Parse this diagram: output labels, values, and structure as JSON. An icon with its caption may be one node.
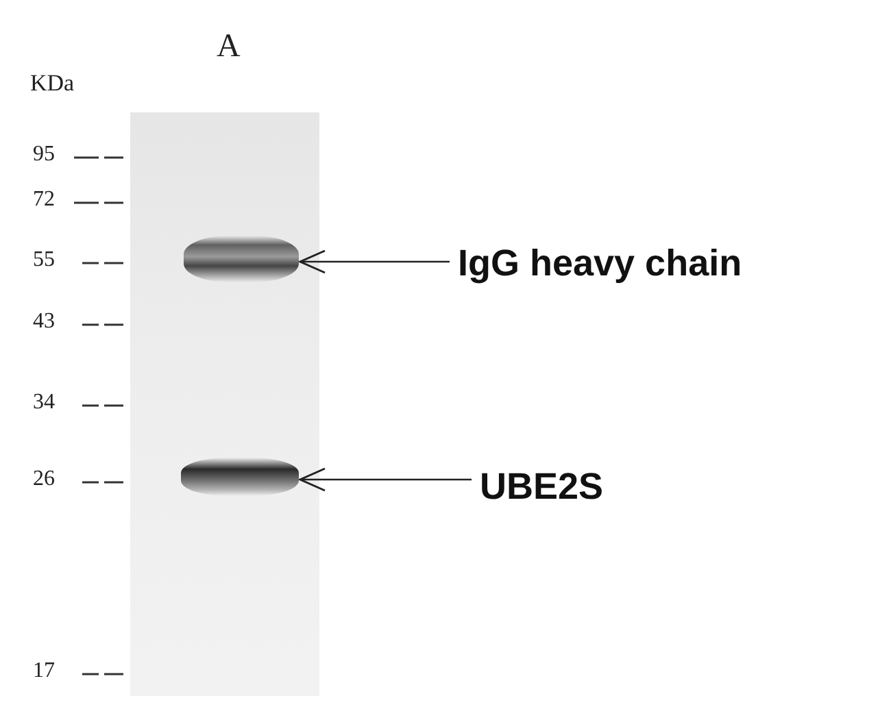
{
  "diagram": {
    "nodes": [
      {
        "text": [],
        "shape": "bar"
      },
      {
        "text": [
          "IgG heavy chain"
        ]
      },
      {
        "text": [],
        "shape": "bar"
      },
      {
        "text": [
          "UBE2S"
        ]
      }
    ],
    "edges": [
      {
        "from": 1,
        "to": 0,
        "arrow": "to"
      },
      {
        "from": 3,
        "to": 2,
        "arrow": "to"
      }
    ],
    "labels": [
      "A",
      "KDa",
      "95",
      "72",
      "55",
      "43",
      "34",
      "26",
      "17"
    ]
  }
}
